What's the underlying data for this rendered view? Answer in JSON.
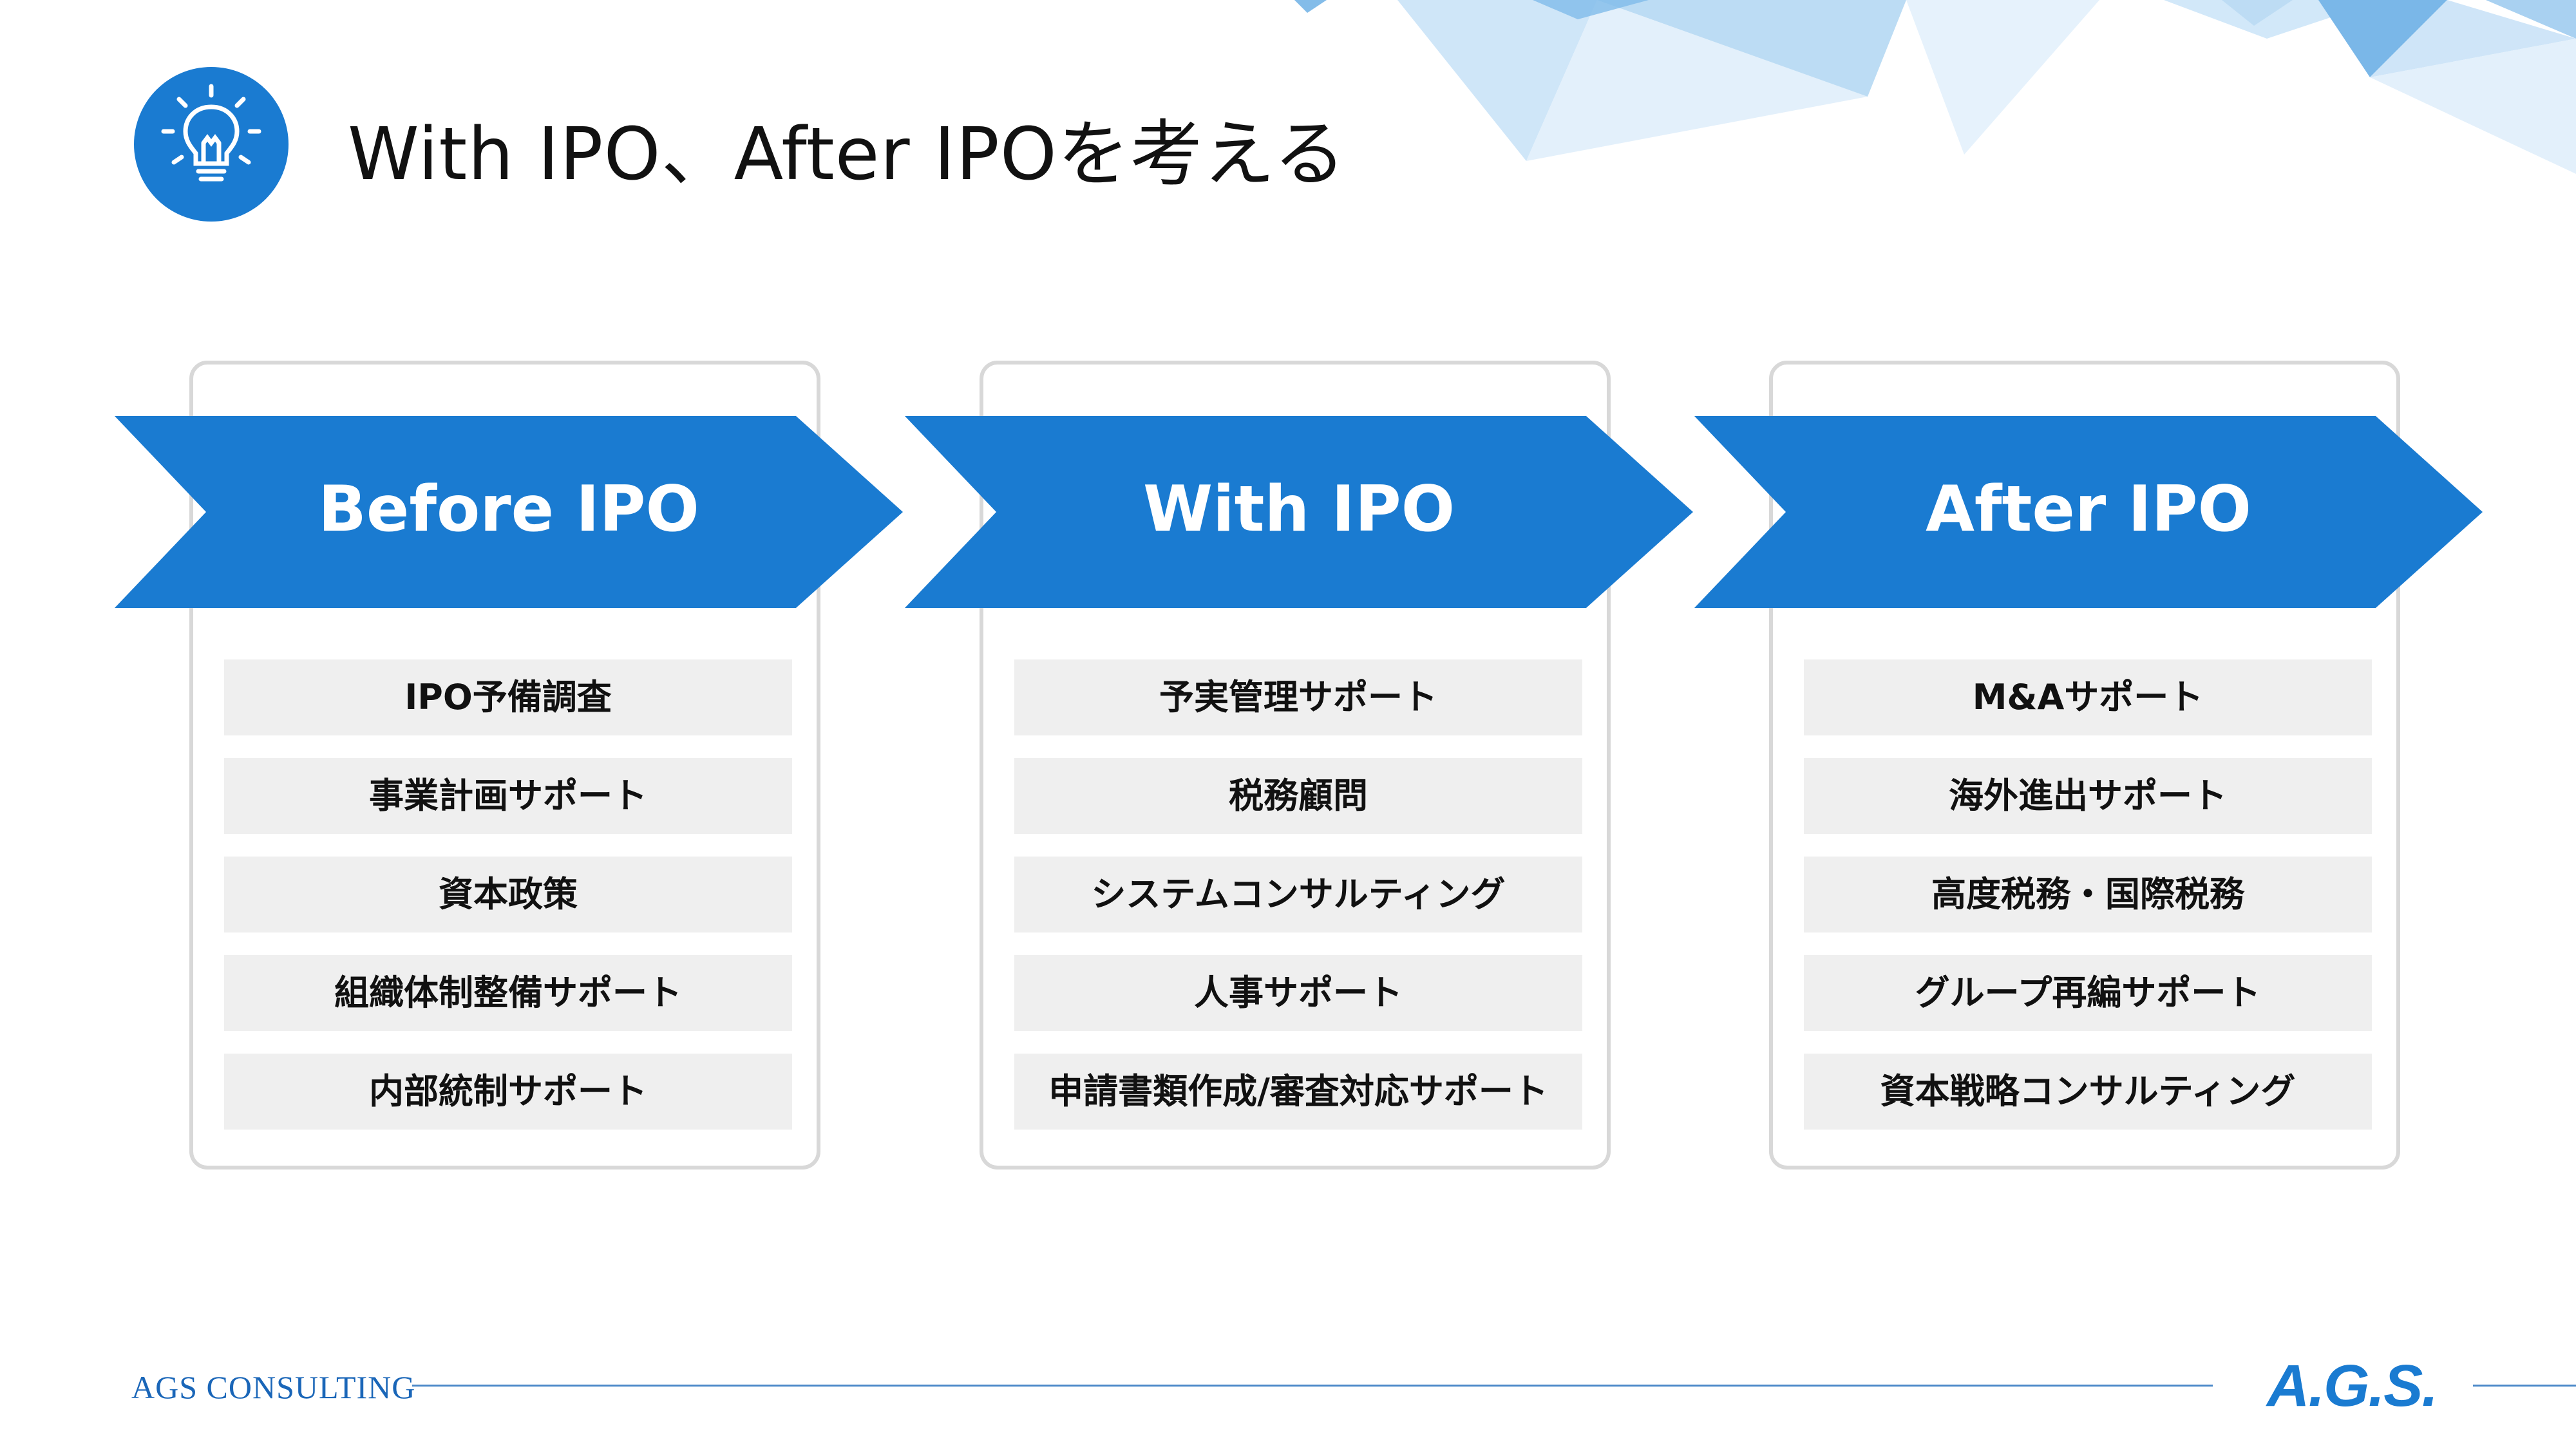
{
  "title": "With IPO、After IPOを考える",
  "colors": {
    "accent": "#1a7bd1",
    "card_border": "#d8d8d8",
    "item_bg": "#efefef"
  },
  "header_icon": "lightbulb-icon",
  "stages": [
    {
      "label": "Before IPO",
      "items": [
        "IPO予備調査",
        "事業計画サポート",
        "資本政策",
        "組織体制整備サポート",
        "内部統制サポート"
      ]
    },
    {
      "label": "With IPO",
      "items": [
        "予実管理サポート",
        "税務顧問",
        "システムコンサルティング",
        "人事サポート",
        "申請書類作成/審査対応サポート"
      ]
    },
    {
      "label": "After IPO",
      "items": [
        "M&Aサポート",
        "海外進出サポート",
        "高度税務・国際税務",
        "グループ再編サポート",
        "資本戦略コンサルティング"
      ]
    }
  ],
  "footer": {
    "brand": "AGS CONSULTING",
    "logo": "A.G.S."
  }
}
